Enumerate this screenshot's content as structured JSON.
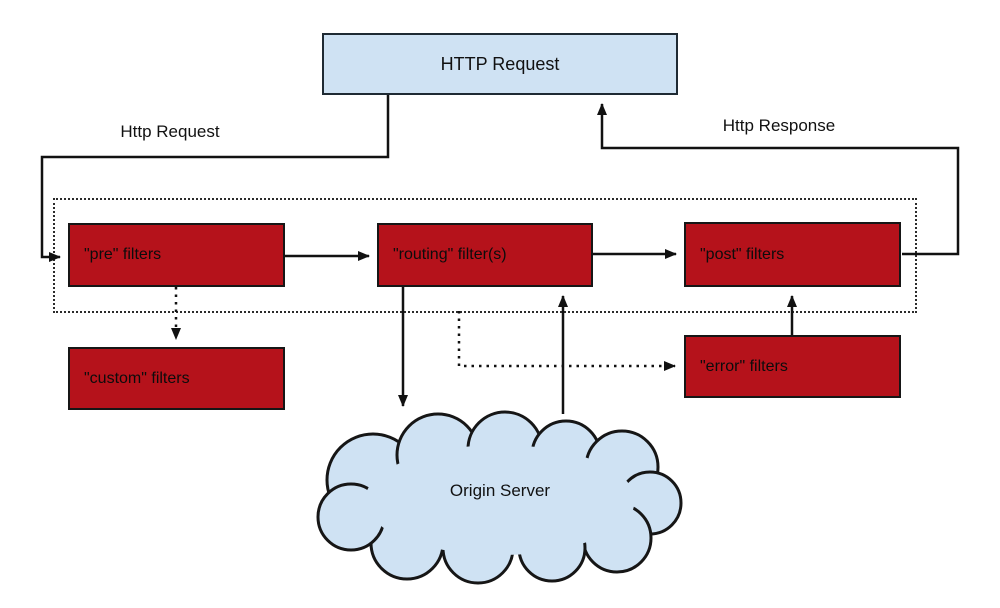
{
  "diagram": {
    "type": "flow-diagram",
    "title_box": {
      "label": "HTTP Request"
    },
    "edge_labels": {
      "request": "Http Request",
      "response": "Http Response"
    },
    "nodes": {
      "pre": "\"pre\" filters",
      "routing": "\"routing\" filter(s)",
      "post": "\"post\" filters",
      "custom": "\"custom\" filters",
      "error": "\"error\" filters",
      "origin": "Origin Server"
    },
    "edges": [
      {
        "from": "HTTP Request",
        "to": "pre filters",
        "label": "Http Request",
        "style": "solid"
      },
      {
        "from": "pre filters",
        "to": "routing filter(s)",
        "style": "solid"
      },
      {
        "from": "routing filter(s)",
        "to": "post filters",
        "style": "solid"
      },
      {
        "from": "post filters",
        "to": "HTTP Request",
        "label": "Http Response",
        "style": "solid"
      },
      {
        "from": "pre filters",
        "to": "custom filters",
        "style": "dotted"
      },
      {
        "from": "routing filter(s)",
        "to": "Origin Server",
        "style": "solid"
      },
      {
        "from": "Origin Server",
        "to": "routing filter(s)",
        "style": "solid"
      },
      {
        "from": "filter chain boundary",
        "to": "error filters",
        "style": "dotted"
      },
      {
        "from": "error filters",
        "to": "post filters",
        "style": "solid"
      }
    ],
    "colors": {
      "filter_box_fill": "#b5121b",
      "blue_fill": "#cfe2f3",
      "outline": "#1c1c1c",
      "background": "#ffffff"
    }
  }
}
